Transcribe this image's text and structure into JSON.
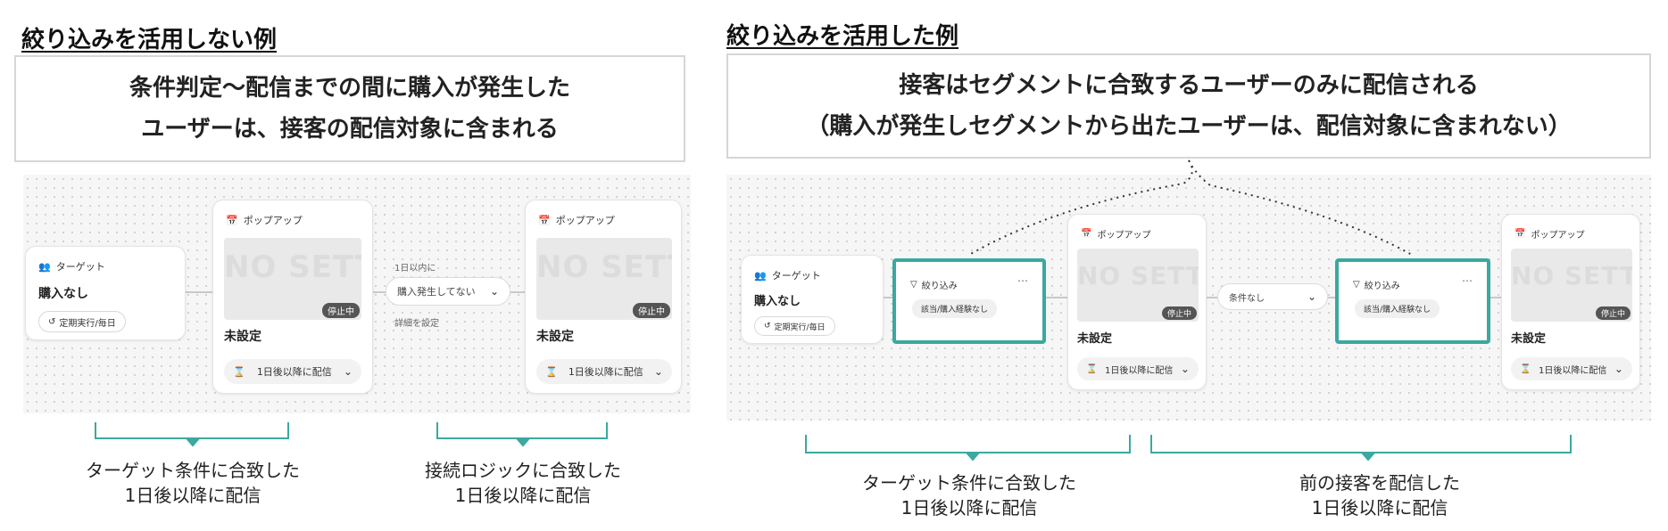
{
  "left": {
    "heading": "絞り込みを活用しない例",
    "callout": [
      "条件判定〜配信までの間に購入が発生した",
      "ユーザーは、接客の配信対象に含まれる"
    ],
    "target_card": {
      "header": "ターゲット",
      "condition": "購入なし",
      "schedule": "定期実行/毎日"
    },
    "popup1": {
      "header": "ポップアップ",
      "ghost": "NO SETTING",
      "status": "停止中",
      "name": "未設定",
      "delivery": "1日後以降に配信"
    },
    "logic": {
      "label_top": "1日以内に",
      "select": "購入発生してない",
      "label_bottom": "詳細を設定"
    },
    "popup2": {
      "header": "ポップアップ",
      "ghost": "NO SETTING",
      "status": "停止中",
      "name": "未設定",
      "delivery": "1日後以降に配信"
    },
    "captions": [
      [
        "ターゲット条件に合致した",
        "1日後以降に配信"
      ],
      [
        "接続ロジックに合致した",
        "1日後以降に配信"
      ]
    ]
  },
  "right": {
    "heading": "絞り込みを活用した例",
    "callout": [
      "接客はセグメントに合致するユーザーのみに配信される",
      "（購入が発生しセグメントから出たユーザーは、配信対象に含まれない）"
    ],
    "target_card": {
      "header": "ターゲット",
      "condition": "購入なし",
      "schedule": "定期実行/毎日"
    },
    "filter1": {
      "header": "絞り込み",
      "chip": "該当/購入経験なし"
    },
    "popup1": {
      "header": "ポップアップ",
      "ghost": "NO SETTING",
      "status": "停止中",
      "name": "未設定",
      "delivery": "1日後以降に配信"
    },
    "logic": {
      "select": "条件なし"
    },
    "filter2": {
      "header": "絞り込み",
      "chip": "該当/購入経験なし"
    },
    "popup2": {
      "header": "ポップアップ",
      "ghost": "NO SETTING",
      "status": "停止中",
      "name": "未設定",
      "delivery": "1日後以降に配信"
    },
    "captions": [
      [
        "ターゲット条件に合致した",
        "1日後以降に配信"
      ],
      [
        "前の接客を配信した",
        "1日後以降に配信"
      ]
    ]
  },
  "colors": {
    "accent": "#3aa99f",
    "badge": "#555555"
  },
  "icons": [
    "users-icon",
    "calendar-icon",
    "clock-icon",
    "hourglass-icon",
    "chevron-down-icon",
    "funnel-icon",
    "more-icon"
  ]
}
